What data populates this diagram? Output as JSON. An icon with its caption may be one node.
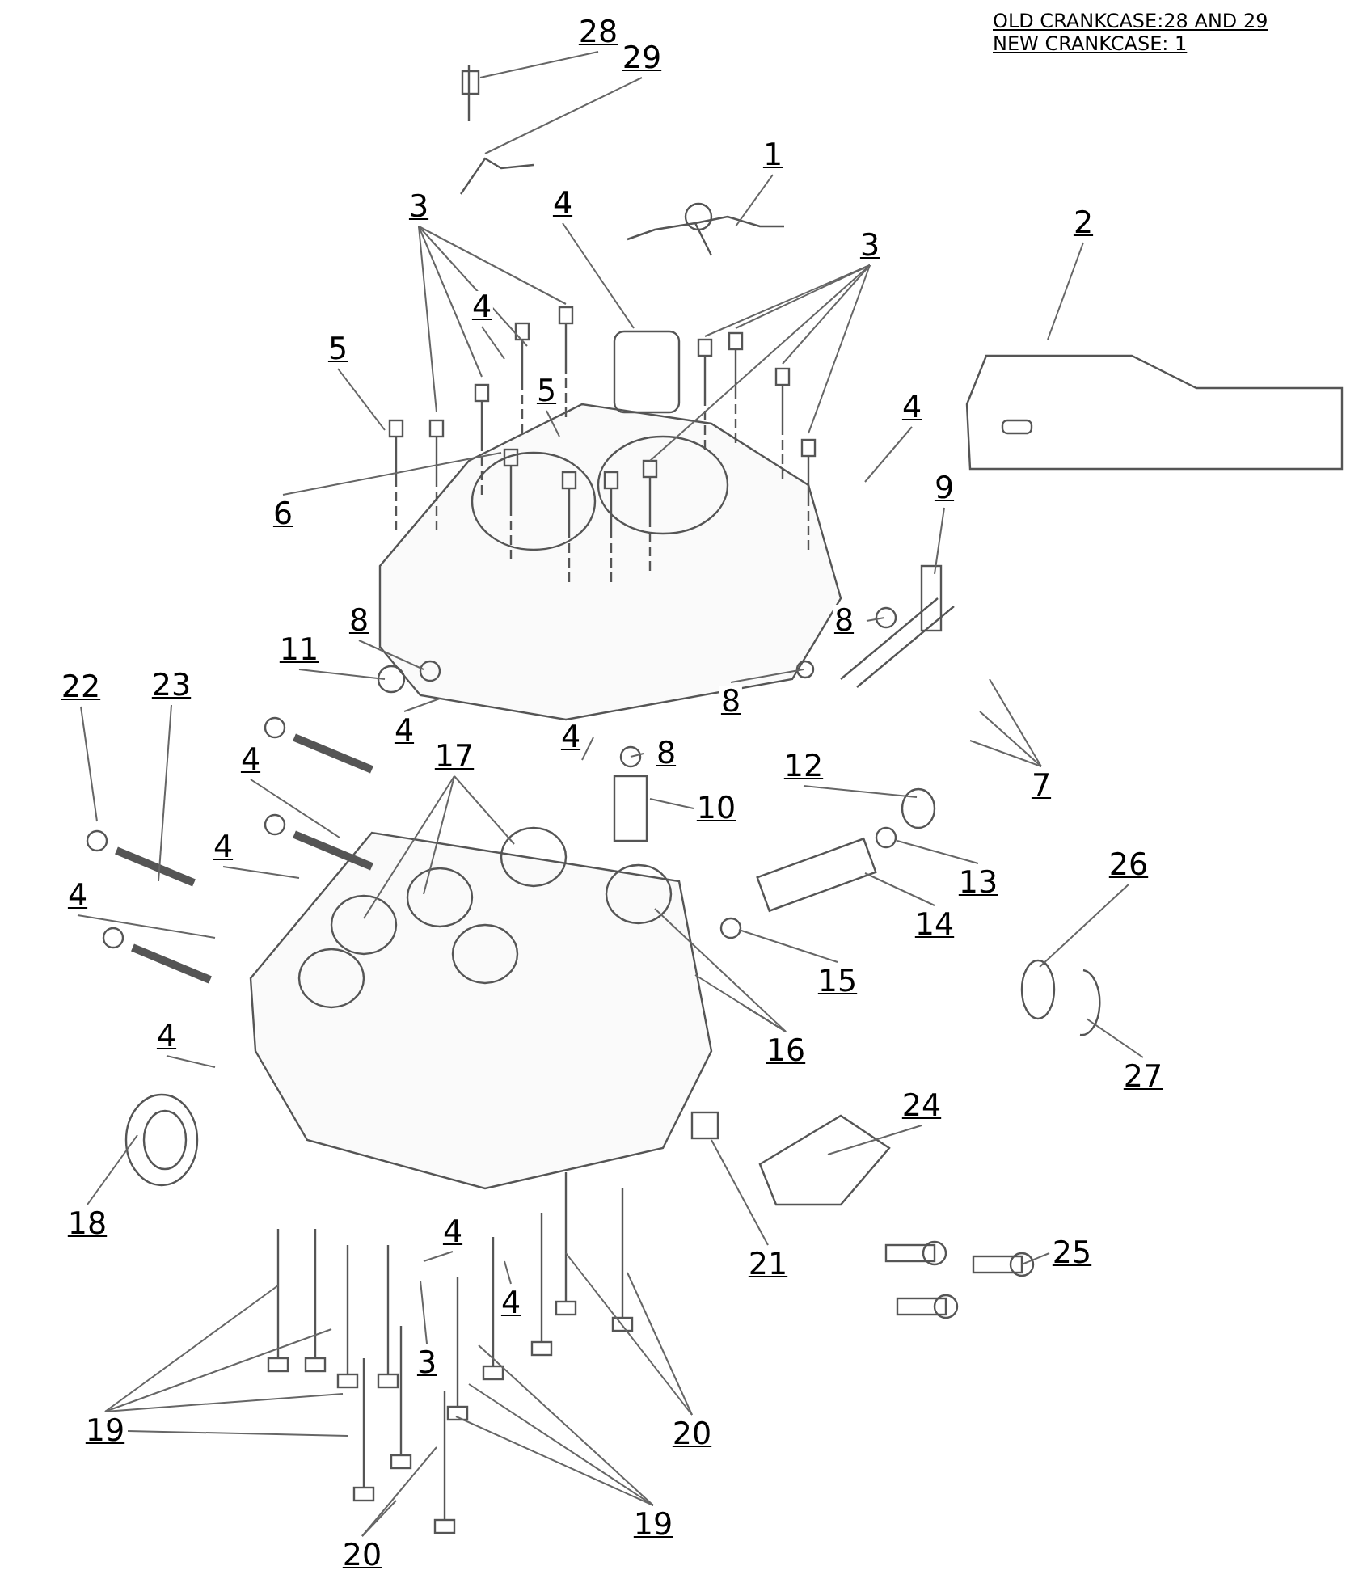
{
  "diagram": {
    "nodes": [
      {
        "text": [
          "28"
        ]
      },
      {
        "text": [
          "29"
        ]
      },
      {
        "text": [
          "1"
        ]
      },
      {
        "text": [
          "3"
        ]
      },
      {
        "text": [
          "4"
        ]
      },
      {
        "text": [
          "3"
        ]
      },
      {
        "text": [
          "2"
        ]
      },
      {
        "text": [
          "5"
        ]
      },
      {
        "text": [
          "4"
        ]
      },
      {
        "text": [
          "5"
        ]
      },
      {
        "text": [
          "6"
        ]
      },
      {
        "text": [
          "4"
        ]
      },
      {
        "text": [
          "9"
        ]
      },
      {
        "text": [
          "8"
        ]
      },
      {
        "text": [
          "11"
        ]
      },
      {
        "text": [
          "8"
        ]
      },
      {
        "text": [
          "7"
        ]
      },
      {
        "text": [
          "4"
        ]
      },
      {
        "text": [
          "8"
        ]
      },
      {
        "text": [
          "4"
        ]
      },
      {
        "text": [
          "8"
        ]
      },
      {
        "text": [
          "12"
        ]
      },
      {
        "text": [
          "10"
        ]
      },
      {
        "text": [
          "22"
        ]
      },
      {
        "text": [
          "23"
        ]
      },
      {
        "text": [
          "17"
        ]
      },
      {
        "text": [
          "4"
        ]
      },
      {
        "text": [
          "4"
        ]
      },
      {
        "text": [
          "13"
        ]
      },
      {
        "text": [
          "14"
        ]
      },
      {
        "text": [
          "4"
        ]
      },
      {
        "text": [
          "15"
        ]
      },
      {
        "text": [
          "26"
        ]
      },
      {
        "text": [
          "16"
        ]
      },
      {
        "text": [
          "27"
        ]
      },
      {
        "text": [
          "4"
        ]
      },
      {
        "text": [
          "24"
        ]
      },
      {
        "text": [
          "18"
        ]
      },
      {
        "text": [
          "21"
        ]
      },
      {
        "text": [
          "25"
        ]
      },
      {
        "text": [
          "4"
        ]
      },
      {
        "text": [
          "4"
        ]
      },
      {
        "text": [
          "3"
        ]
      },
      {
        "text": [
          "19"
        ]
      },
      {
        "text": [
          "20"
        ]
      },
      {
        "text": [
          "19"
        ]
      },
      {
        "text": [
          "20"
        ]
      }
    ],
    "edges": [
      {
        "from": 0,
        "to": null,
        "arrow": "none"
      },
      {
        "from": 1,
        "to": null,
        "arrow": "none"
      },
      {
        "from": 2,
        "to": null,
        "arrow": "none"
      },
      {
        "from": 3,
        "to": null,
        "arrow": "none"
      },
      {
        "from": 3,
        "to": null,
        "arrow": "none"
      },
      {
        "from": 3,
        "to": null,
        "arrow": "none"
      },
      {
        "from": 3,
        "to": null,
        "arrow": "none"
      },
      {
        "from": 4,
        "to": null,
        "arrow": "none"
      },
      {
        "from": 5,
        "to": null,
        "arrow": "none"
      },
      {
        "from": 5,
        "to": null,
        "arrow": "none"
      },
      {
        "from": 5,
        "to": null,
        "arrow": "none"
      },
      {
        "from": 5,
        "to": null,
        "arrow": "none"
      },
      {
        "from": 5,
        "to": null,
        "arrow": "none"
      },
      {
        "from": 6,
        "to": null,
        "arrow": "none"
      },
      {
        "from": 7,
        "to": null,
        "arrow": "none"
      },
      {
        "from": 8,
        "to": null,
        "arrow": "none"
      },
      {
        "from": 9,
        "to": null,
        "arrow": "none"
      },
      {
        "from": 10,
        "to": null,
        "arrow": "none"
      },
      {
        "from": 11,
        "to": null,
        "arrow": "none"
      },
      {
        "from": 12,
        "to": null,
        "arrow": "none"
      },
      {
        "from": 13,
        "to": null,
        "arrow": "none"
      },
      {
        "from": 14,
        "to": null,
        "arrow": "none"
      },
      {
        "from": 15,
        "to": null,
        "arrow": "none"
      },
      {
        "from": 16,
        "to": null,
        "arrow": "none"
      },
      {
        "from": 16,
        "to": null,
        "arrow": "none"
      },
      {
        "from": 16,
        "to": null,
        "arrow": "none"
      },
      {
        "from": 17,
        "to": null,
        "arrow": "none"
      },
      {
        "from": 18,
        "to": null,
        "arrow": "none"
      },
      {
        "from": 19,
        "to": null,
        "arrow": "none"
      },
      {
        "from": 20,
        "to": null,
        "arrow": "none"
      },
      {
        "from": 21,
        "to": null,
        "arrow": "none"
      },
      {
        "from": 22,
        "to": null,
        "arrow": "none"
      },
      {
        "from": 23,
        "to": null,
        "arrow": "none"
      },
      {
        "from": 24,
        "to": null,
        "arrow": "none"
      },
      {
        "from": 25,
        "to": null,
        "arrow": "none"
      },
      {
        "from": 25,
        "to": null,
        "arrow": "none"
      },
      {
        "from": 25,
        "to": null,
        "arrow": "none"
      },
      {
        "from": 26,
        "to": null,
        "arrow": "none"
      },
      {
        "from": 27,
        "to": null,
        "arrow": "none"
      },
      {
        "from": 28,
        "to": null,
        "arrow": "none"
      },
      {
        "from": 29,
        "to": null,
        "arrow": "none"
      },
      {
        "from": 30,
        "to": null,
        "arrow": "none"
      },
      {
        "from": 31,
        "to": null,
        "arrow": "none"
      },
      {
        "from": 32,
        "to": null,
        "arrow": "none"
      },
      {
        "from": 33,
        "to": null,
        "arrow": "none"
      },
      {
        "from": 33,
        "to": null,
        "arrow": "none"
      },
      {
        "from": 33,
        "to": null,
        "arrow": "none"
      },
      {
        "from": 34,
        "to": null,
        "arrow": "none"
      },
      {
        "from": 35,
        "to": null,
        "arrow": "none"
      },
      {
        "from": 36,
        "to": null,
        "arrow": "none"
      },
      {
        "from": 37,
        "to": null,
        "arrow": "none"
      },
      {
        "from": 38,
        "to": null,
        "arrow": "none"
      },
      {
        "from": 39,
        "to": null,
        "arrow": "none"
      },
      {
        "from": 40,
        "to": null,
        "arrow": "none"
      },
      {
        "from": 41,
        "to": null,
        "arrow": "none"
      },
      {
        "from": 42,
        "to": null,
        "arrow": "none"
      },
      {
        "from": 43,
        "to": null,
        "arrow": "none"
      },
      {
        "from": 43,
        "to": null,
        "arrow": "none"
      },
      {
        "from": 43,
        "to": null,
        "arrow": "none"
      },
      {
        "from": 43,
        "to": null,
        "arrow": "none"
      },
      {
        "from": 44,
        "to": null,
        "arrow": "none"
      },
      {
        "from": 44,
        "to": null,
        "arrow": "none"
      },
      {
        "from": 45,
        "to": null,
        "arrow": "none"
      },
      {
        "from": 45,
        "to": null,
        "arrow": "none"
      },
      {
        "from": 45,
        "to": null,
        "arrow": "none"
      },
      {
        "from": 46,
        "to": null,
        "arrow": "none"
      },
      {
        "from": 46,
        "to": null,
        "arrow": "none"
      }
    ],
    "labels": [
      "OLD CRANKCASE:28 AND 29",
      "NEW CRANKCASE: 1"
    ]
  }
}
